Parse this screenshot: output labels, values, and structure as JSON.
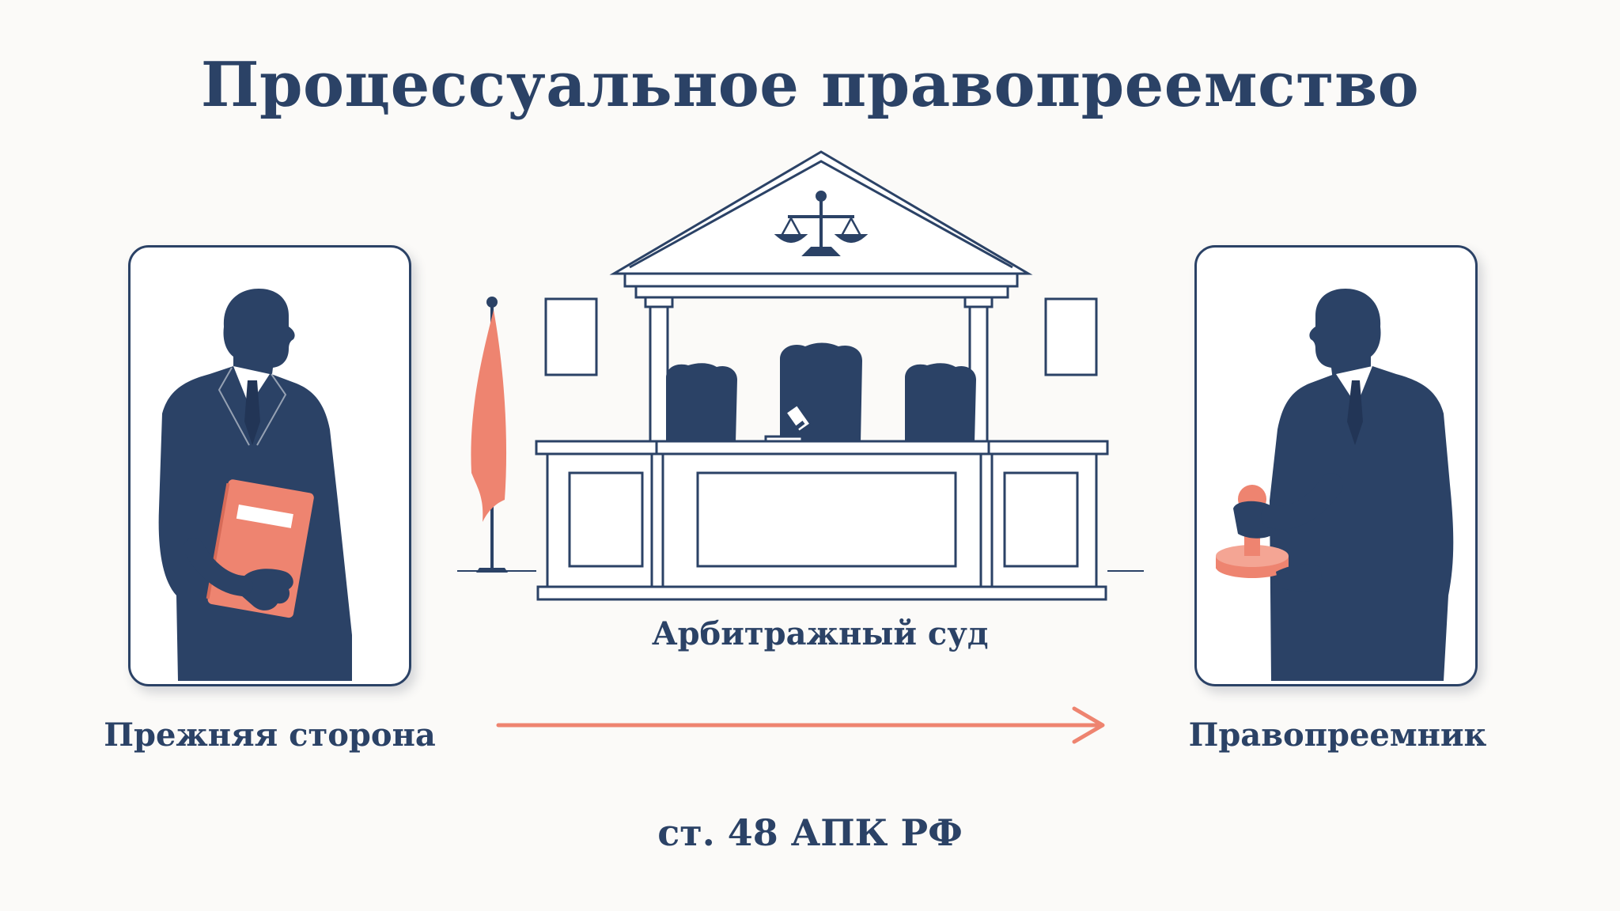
{
  "title": "Процессуальное правопреемство",
  "parties": {
    "former": {
      "label": "Прежняя сторона",
      "figure": "person-with-folder"
    },
    "successor": {
      "label": "Правопреемник",
      "figure": "person-with-stamp"
    }
  },
  "court": {
    "label": "Арбитражный суд",
    "icon": "courthouse-scales-icon"
  },
  "citation": "ст. 48 АПК РФ",
  "colors": {
    "navy": "#2b4266",
    "accent": "#ee8470",
    "background": "#fbfaf8"
  }
}
